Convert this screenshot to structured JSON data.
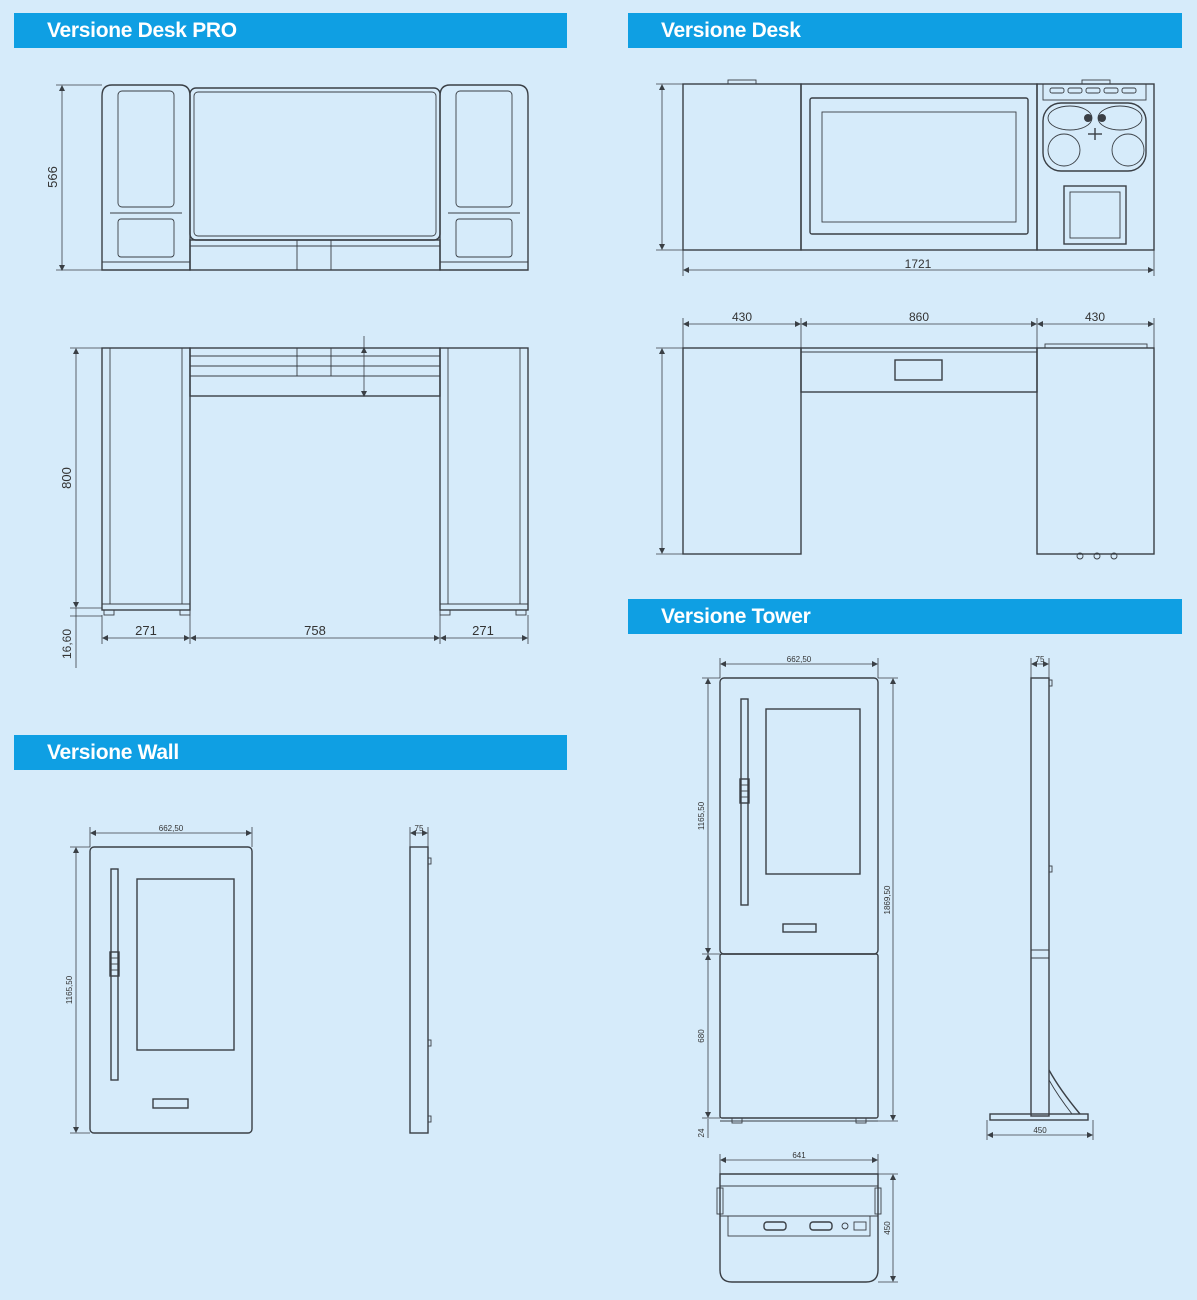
{
  "sections": {
    "desk_pro": {
      "title": "Versione Desk PRO",
      "dims": {
        "front_height": "566",
        "side_height": "800",
        "foot_height": "16,60",
        "left_width": "271",
        "center_width": "758",
        "right_width": "271"
      }
    },
    "desk": {
      "title": "Versione Desk",
      "dims": {
        "total_width": "1721",
        "left_width": "430",
        "center_width": "860",
        "right_width": "430"
      }
    },
    "wall": {
      "title": "Versione Wall",
      "dims": {
        "width": "662,50",
        "depth": "75",
        "height": "1165,50"
      }
    },
    "tower": {
      "title": "Versione Tower",
      "dims": {
        "width": "662,50",
        "depth": "75",
        "upper_height": "1165,50",
        "total_height": "1869,50",
        "lower_height": "680",
        "foot_height": "24",
        "base_depth": "450",
        "top_width": "641",
        "top_depth": "450"
      }
    }
  }
}
